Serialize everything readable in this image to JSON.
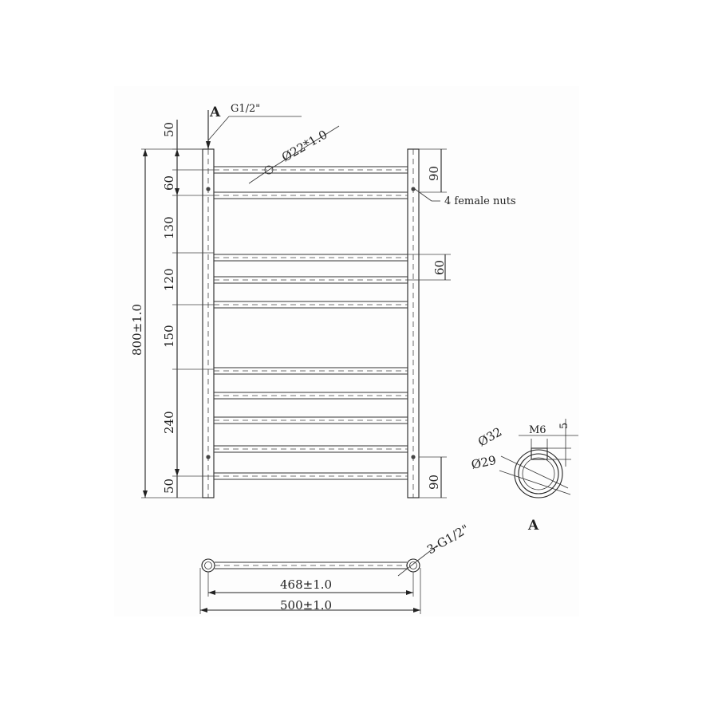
{
  "drawing": {
    "section_marker_top": "A",
    "inlet_thread": "G1/2\"",
    "bar_tube_spec": "Ø22*1.0",
    "female_nuts_note": "4 female nuts",
    "overall_height": "800±1.0",
    "left_spacings": [
      "50",
      "60",
      "130",
      "120",
      "150",
      "240",
      "50"
    ],
    "right_dims": [
      "90",
      "60",
      "90"
    ],
    "centers_width": "468±1.0",
    "overall_width": "500±1.0",
    "bottom_thread": "3-G1/2\"",
    "section_view": {
      "label": "A",
      "outer_diameter": "Ø32",
      "inner_diameter": "Ø29",
      "thread": "M6",
      "depth": "5"
    }
  },
  "colors": {
    "line": "#222222",
    "background": "#ffffff"
  }
}
